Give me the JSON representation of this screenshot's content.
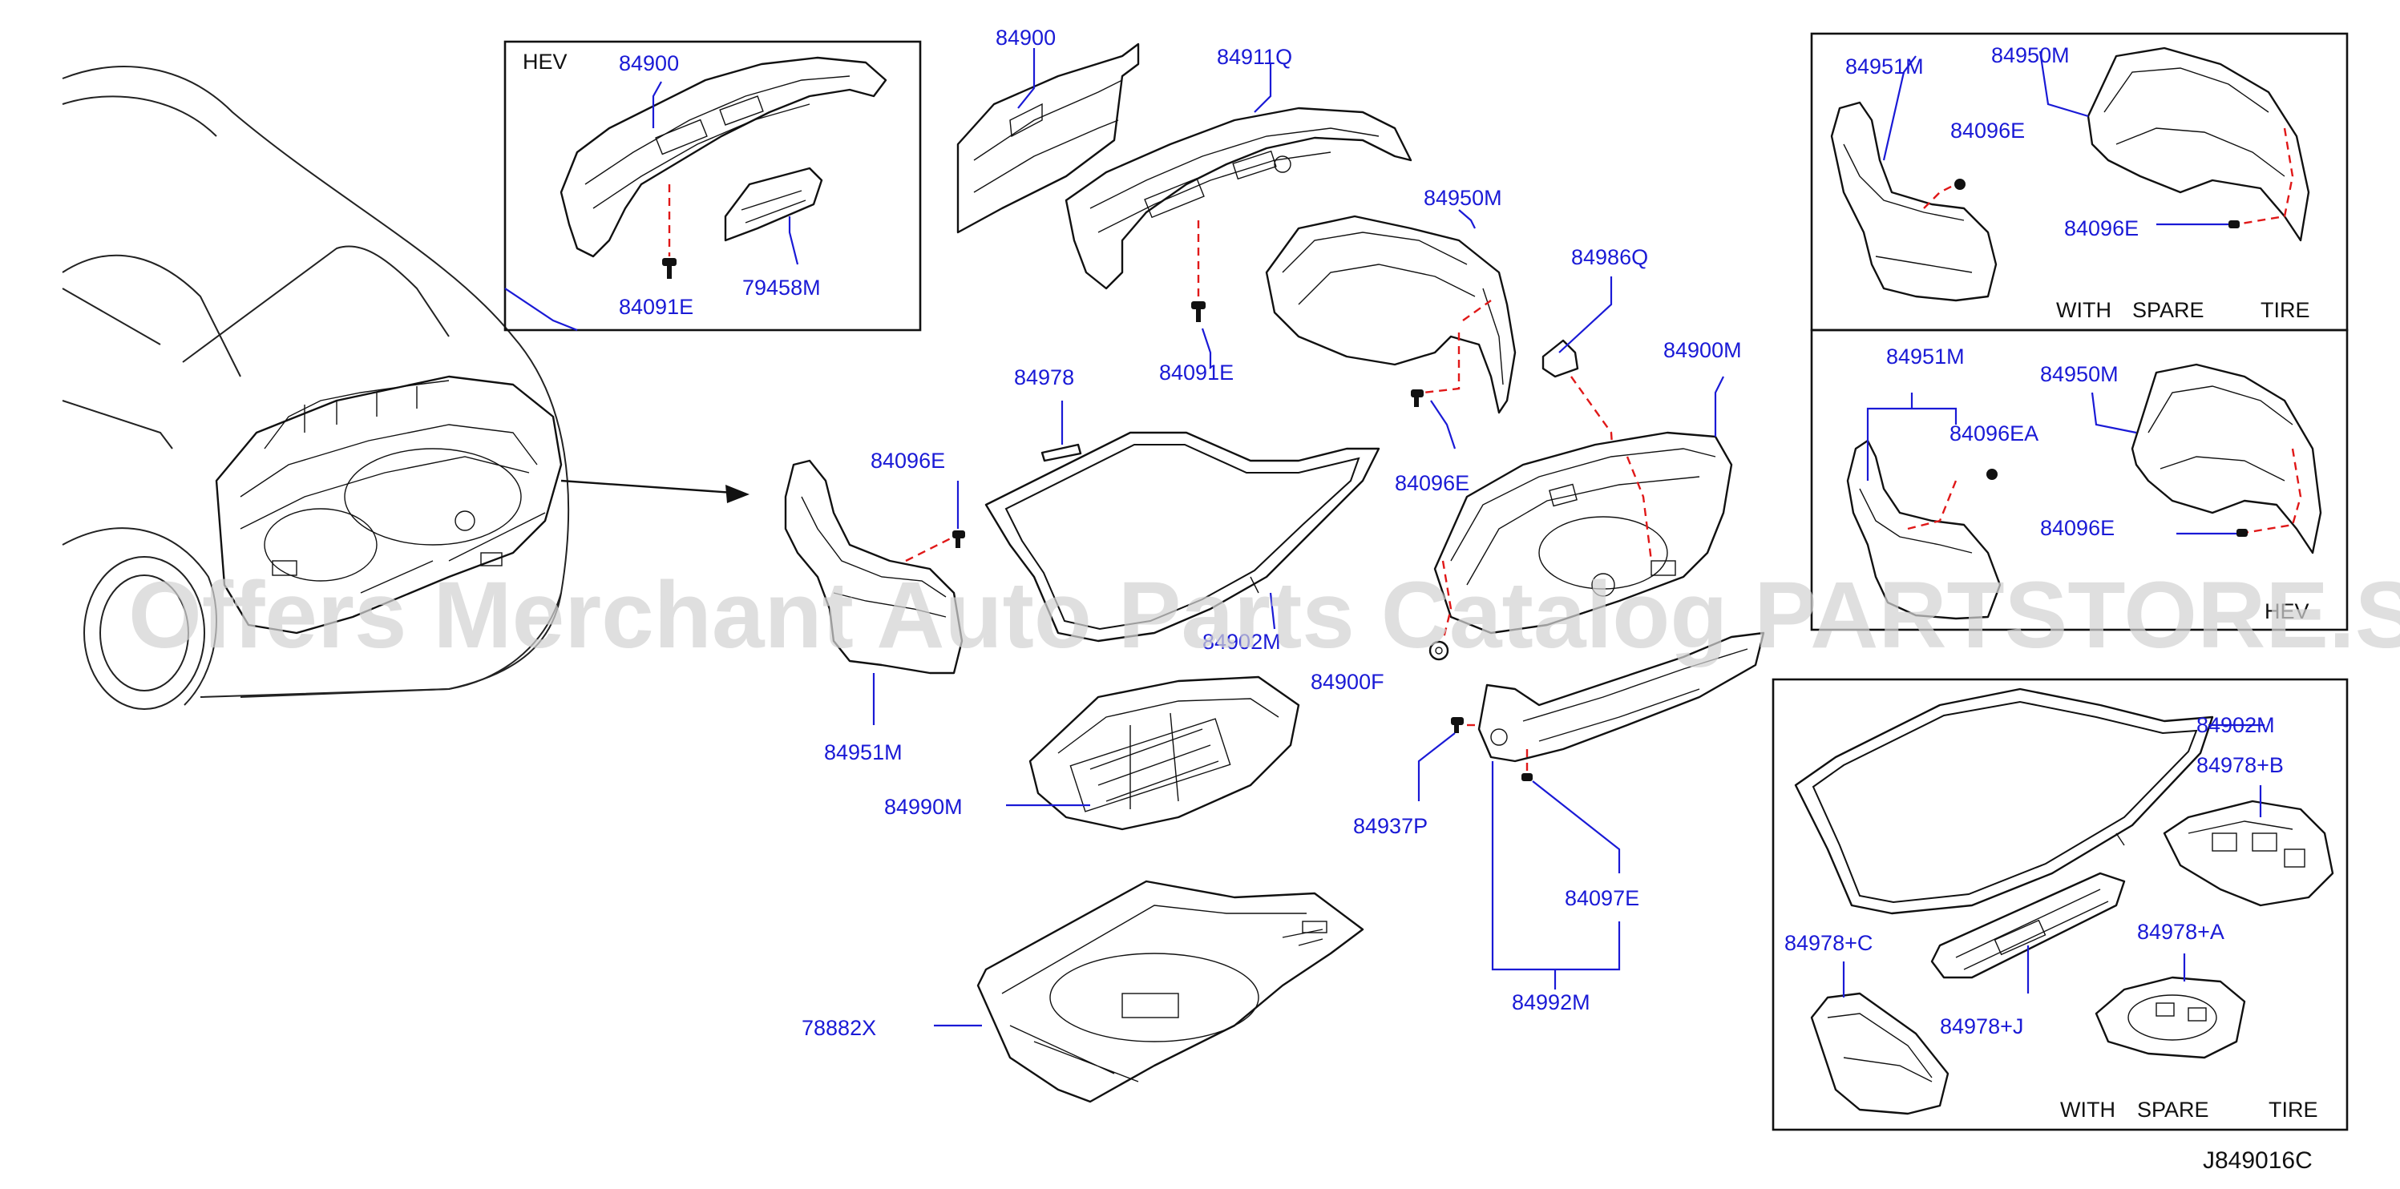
{
  "diagram_code": "J849016C",
  "watermark": "Offers Merchant Auto Parts Catalog PARTSTORE.SA",
  "inset_hev_top": {
    "tag": "HEV",
    "labels": [
      "84900",
      "84091E",
      "79458M"
    ]
  },
  "main_labels": {
    "p84900": "84900",
    "p84911q": "84911Q",
    "p84091e": "84091E",
    "p84950m": "84950M",
    "p84986q": "84986Q",
    "p84096e_right": "84096E",
    "p84900m": "84900M",
    "p84978": "84978",
    "p84096e_left": "84096E",
    "p84902m": "84902M",
    "p84951m": "84951M",
    "p84990m": "84990M",
    "p84900f": "84900F",
    "p84937p": "84937P",
    "p84097e": "84097E",
    "p84992m": "84992M",
    "p78882x": "78882X"
  },
  "inset_spare_tire_top": {
    "caption": [
      "WITH",
      "SPARE",
      "TIRE"
    ],
    "labels": [
      "84951M",
      "84950M",
      "84096E",
      "84096E"
    ]
  },
  "inset_hev_middle": {
    "tag": "HEV",
    "labels": [
      "84951M",
      "84096EA",
      "84950M",
      "84096E"
    ]
  },
  "inset_spare_tire_bottom": {
    "caption": [
      "WITH",
      "SPARE",
      "TIRE"
    ],
    "labels": [
      "84902M",
      "84978+B",
      "84978+C",
      "84978+A",
      "84978+J"
    ]
  }
}
